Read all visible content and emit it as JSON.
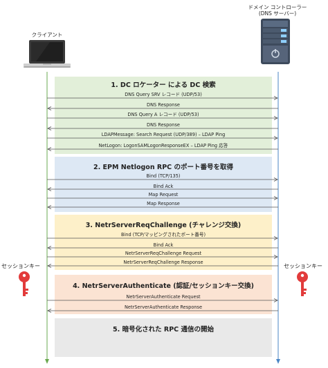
{
  "participants": {
    "client": {
      "label": "クライアント"
    },
    "dc": {
      "label_line1": "ドメイン コントローラー",
      "label_line2": "(DNS サーバー)"
    }
  },
  "session_key": {
    "left_label": "セッションキー",
    "right_label": "セッションキー"
  },
  "phases": [
    {
      "title": "1. DC ロケーター による DC 検索",
      "color": "#e2efd9",
      "messages": [
        {
          "label": "DNS Query SRV レコード (UDP/53)",
          "direction": "right"
        },
        {
          "label": "DNS Response",
          "direction": "left"
        },
        {
          "label": "DNS Query A レコード (UDP/53)",
          "direction": "right"
        },
        {
          "label": "DNS Response",
          "direction": "left"
        },
        {
          "label": "LDAPMessage: Search Request (UDP/389) – LDAP Ping",
          "direction": "right"
        },
        {
          "label": "NetLogon: LogonSAMLogonResponseEX – LDAP Ping 応答",
          "direction": "left"
        }
      ]
    },
    {
      "title": "2. EPM Netlogon RPC のポート番号を取得",
      "color": "#dde8f4",
      "messages": [
        {
          "label": "Bind (TCP/135)",
          "direction": "right"
        },
        {
          "label": "Bind Ack",
          "direction": "left"
        },
        {
          "label": "Map Request",
          "direction": "right"
        },
        {
          "label": "Map Response",
          "direction": "left"
        }
      ]
    },
    {
      "title": "3. NetrServerReqChallenge (チャレンジ交換)",
      "color": "#fdf0c9",
      "messages": [
        {
          "label": "Bind (TCP/マッピングされたポート番号)",
          "direction": "right"
        },
        {
          "label": "Bind Ack",
          "direction": "left"
        },
        {
          "label": "NetrServerReqChallenge Request",
          "direction": "right"
        },
        {
          "label": "NetrServerReqChallenge Response",
          "direction": "left"
        }
      ]
    },
    {
      "title": "4. NetrServerAuthenticate (認証/セッションキー交換)",
      "color": "#fbe3d3",
      "messages": [
        {
          "label": "NetrServerAuthenticate Request",
          "direction": "right"
        },
        {
          "label": "NetrServerAuthenticate Response",
          "direction": "left"
        }
      ]
    },
    {
      "title": "5. 暗号化された RPC 通信の開始",
      "color": "#e9e9e9",
      "messages": []
    }
  ]
}
